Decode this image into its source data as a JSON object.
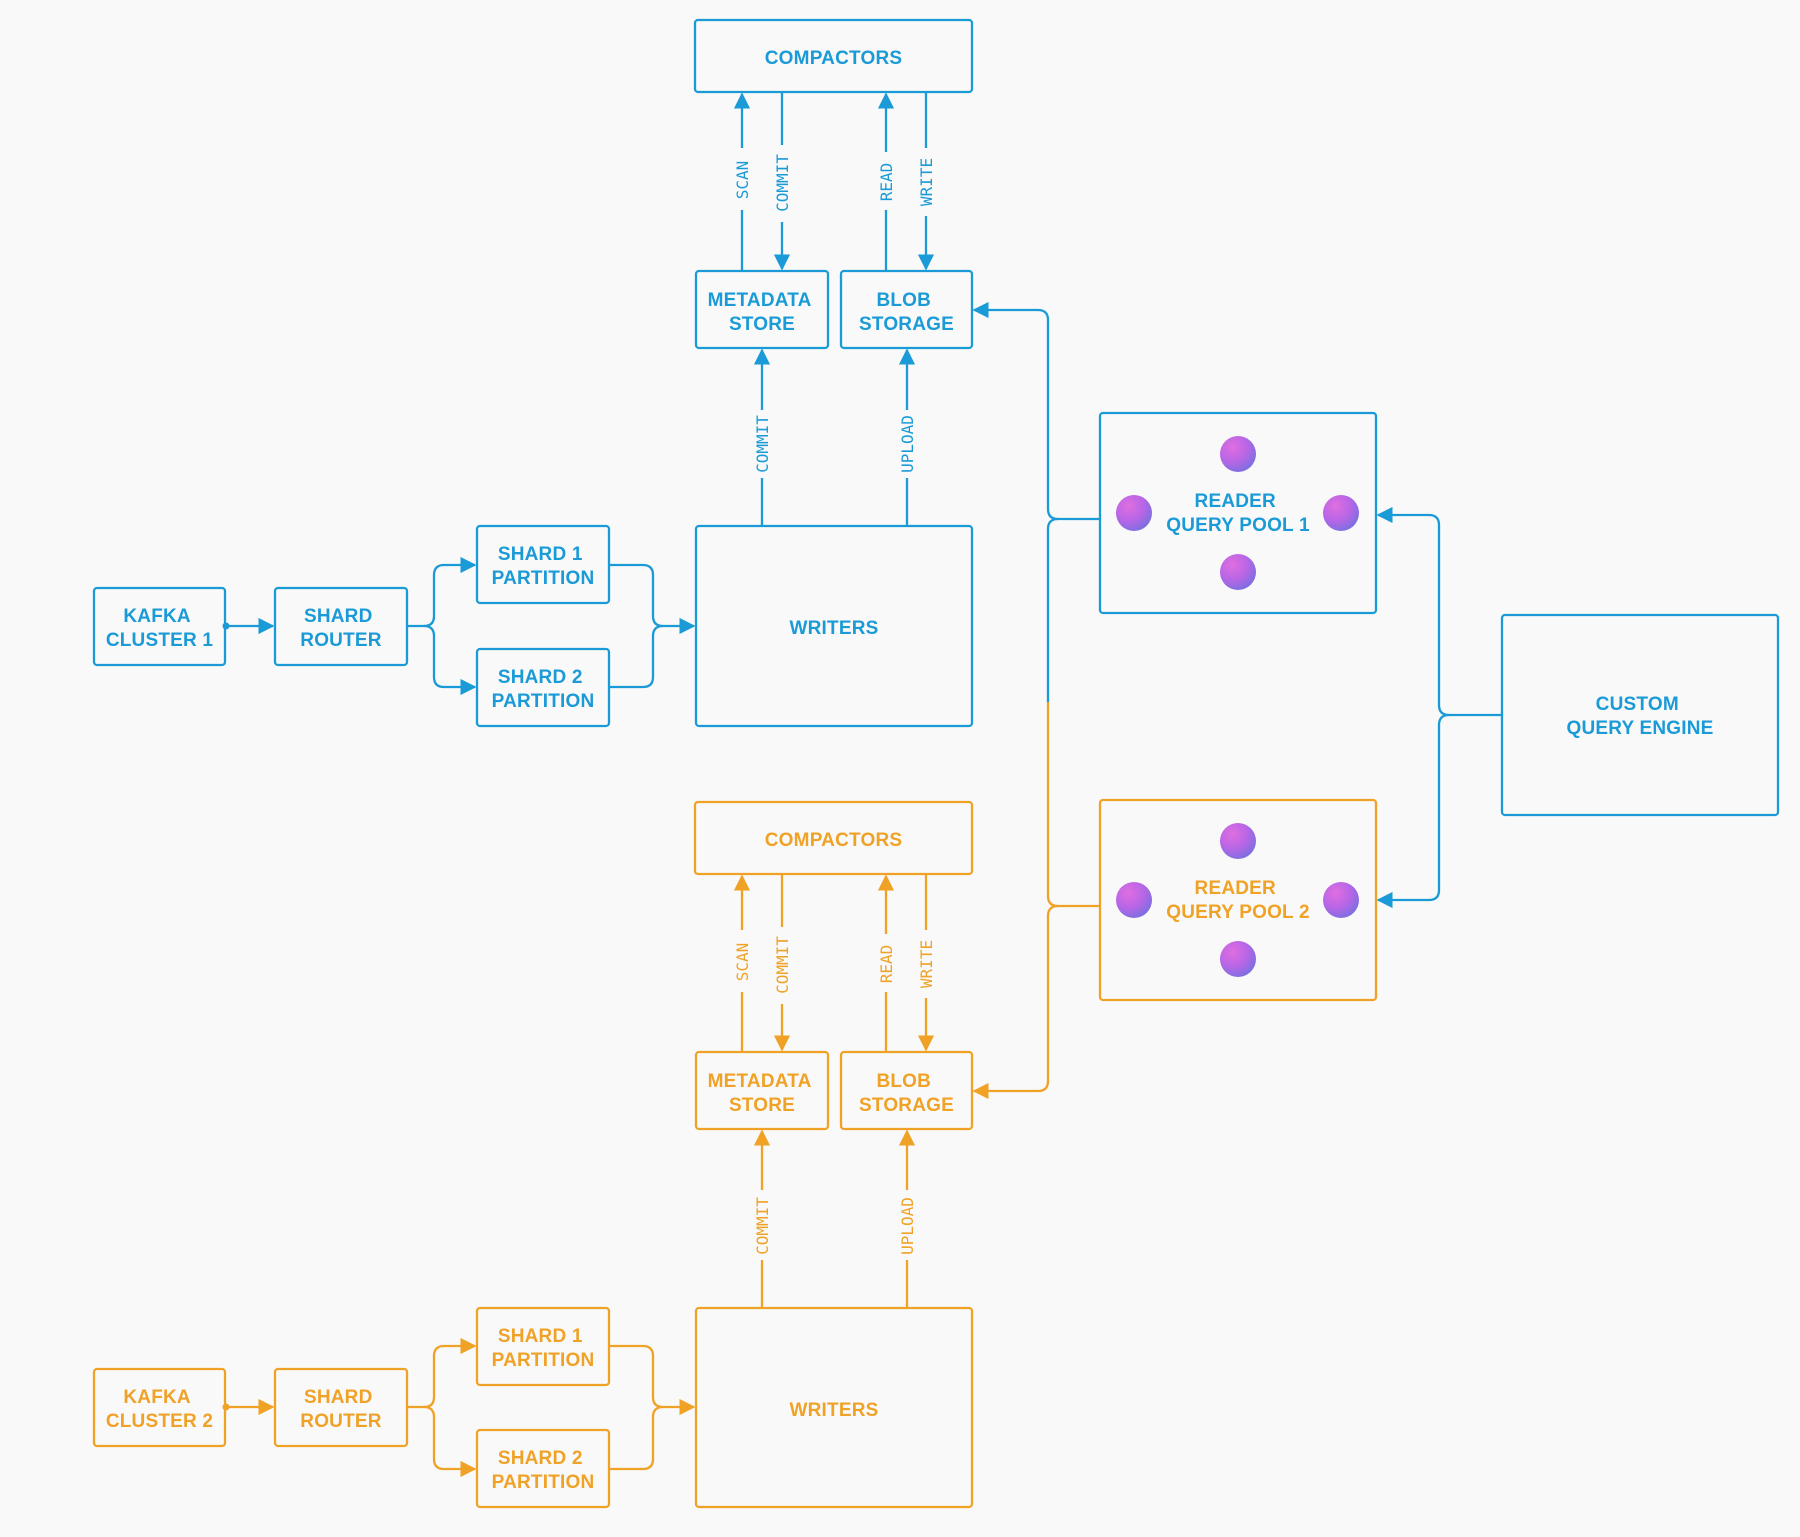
{
  "colors": {
    "top_system": "#1a9bd7",
    "bottom_system": "#f0a227",
    "worker_node": "#b866e6"
  },
  "top": {
    "kafka": [
      "KAFKA",
      "CLUSTER 1"
    ],
    "router": [
      "SHARD",
      "ROUTER"
    ],
    "shard1": [
      "SHARD 1",
      "PARTITION"
    ],
    "shard2": [
      "SHARD 2",
      "PARTITION"
    ],
    "writers": "WRITERS",
    "metadata": [
      "METADATA",
      "STORE"
    ],
    "blob": [
      "BLOB",
      "STORAGE"
    ],
    "compactors": "COMPACTORS",
    "edges": {
      "scan": "SCAN",
      "commit_up": "COMMIT",
      "read": "READ",
      "write": "WRITE",
      "commit": "COMMIT",
      "upload": "UPLOAD"
    }
  },
  "bottom": {
    "kafka": [
      "KAFKA",
      "CLUSTER 2"
    ],
    "router": [
      "SHARD",
      "ROUTER"
    ],
    "shard1": [
      "SHARD 1",
      "PARTITION"
    ],
    "shard2": [
      "SHARD 2",
      "PARTITION"
    ],
    "writers": "WRITERS",
    "metadata": [
      "METADATA",
      "STORE"
    ],
    "blob": [
      "BLOB",
      "STORAGE"
    ],
    "compactors": "COMPACTORS",
    "edges": {
      "scan": "SCAN",
      "commit_up": "COMMIT",
      "read": "READ",
      "write": "WRITE",
      "commit": "COMMIT",
      "upload": "UPLOAD"
    }
  },
  "readers": {
    "pool1": [
      "READER",
      "QUERY POOL 1"
    ],
    "pool2": [
      "READER",
      "QUERY POOL 2"
    ]
  },
  "engine": [
    "CUSTOM",
    "QUERY ENGINE"
  ]
}
